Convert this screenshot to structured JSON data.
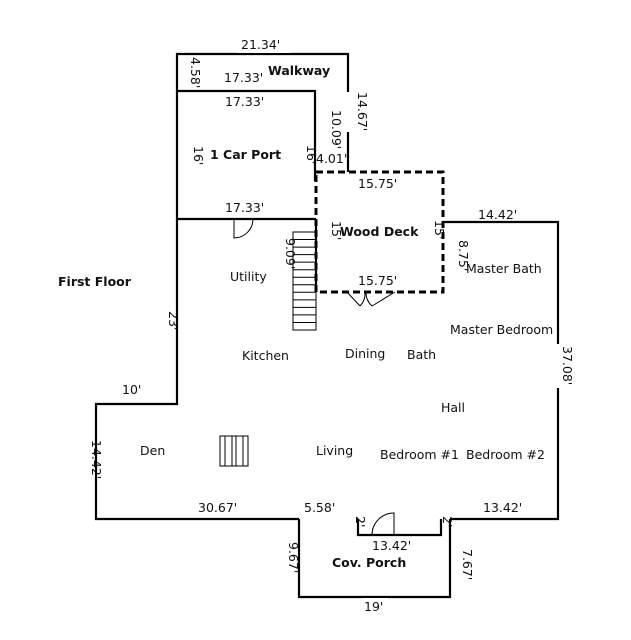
{
  "title": "First Floor",
  "rooms": {
    "walkway": "Walkway",
    "carport": "1 Car Port",
    "wood_deck": "Wood Deck",
    "utility": "Utility",
    "master_bath": "Master Bath",
    "master_bedroom": "Master Bedroom",
    "kitchen": "Kitchen",
    "dining": "Dining",
    "bath": "Bath",
    "hall": "Hall",
    "den": "Den",
    "living": "Living",
    "bedroom1": "Bedroom #1",
    "bedroom2": "Bedroom #2",
    "cov_porch": "Cov. Porch"
  },
  "dims": {
    "walkway_top": "21.34'",
    "walkway_left": "4.58'",
    "walkway_inner": "17.33'",
    "walkway_right": "14.67'",
    "carport_top": "17.33'",
    "carport_right_a": "10.09'",
    "carport_right_b": "4.01'",
    "carport_left": "16'",
    "carport_right": "16'",
    "carport_bottom": "17.33'",
    "deck_top": "15.75'",
    "deck_left": "15'",
    "deck_right": "15'",
    "deck_bottom": "15.75'",
    "stair_len": "9.09'",
    "right_top": "14.42'",
    "right_short": "8.75'",
    "left_23": "23'",
    "right_long": "37.08'",
    "den_top": "10'",
    "den_left": "14.42'",
    "bottom_left": "30.67'",
    "bottom_mid": "5.58'",
    "bottom_right": "13.42'",
    "porch_top": "13.42'",
    "porch_step_left": "2'",
    "porch_step_right": "2'",
    "porch_left": "9.67'",
    "porch_right": "7.67'",
    "porch_bottom": "19'"
  }
}
